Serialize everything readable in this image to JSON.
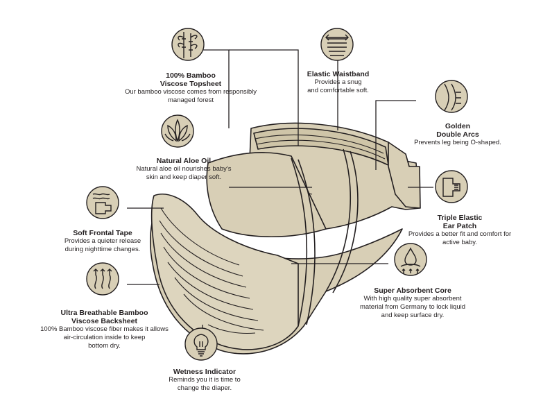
{
  "colors": {
    "diaper_fill": "#d8cfb6",
    "diaper_shade": "#c9bf9f",
    "line": "#231f20",
    "icon_fill": "#d8cfb6"
  },
  "features": [
    {
      "key": "bamboo_topsheet",
      "icon": "bamboo-icon",
      "title": "100% Bamboo\nViscose Topsheet",
      "desc": "Our bamboo viscose comes from responsibly\nmanaged forest"
    },
    {
      "key": "elastic_waistband",
      "icon": "waistband-icon",
      "title": "Elastic Waistband",
      "desc": "Provides a snug\nand comfortable soft."
    },
    {
      "key": "golden_double_arcs",
      "icon": "double-arcs-icon",
      "title": "Golden\nDouble Arcs",
      "desc": "Prevents leg being O-shaped."
    },
    {
      "key": "natural_aloe_oil",
      "icon": "aloe-icon",
      "title": "Natural Aloe Oil",
      "desc": "Natural aloe oil nourishes baby's\nskin and keep diaper soft."
    },
    {
      "key": "triple_elastic_ear_patch",
      "icon": "ear-patch-icon",
      "title": "Triple Elastic\nEar Patch",
      "desc": "Provides a better fit and comfort for\nactive baby."
    },
    {
      "key": "soft_frontal_tape",
      "icon": "frontal-tape-icon",
      "title": "Soft Frontal Tape",
      "desc": "Provides a quieter release\nduring nighttime changes."
    },
    {
      "key": "super_absorbent_core",
      "icon": "water-drop-icon",
      "title": "Super Absorbent Core",
      "desc": "With high quality super absorbent\nmaterial from Germany to lock liquid\nand keep surface dry."
    },
    {
      "key": "breathable_backsheet",
      "icon": "airflow-icon",
      "title": "Ultra Breathable Bamboo\nViscose Backsheet",
      "desc": "100% Bamboo viscose fiber makes it allows\nair-circulation inside to keep\nbottom dry."
    },
    {
      "key": "wetness_indicator",
      "icon": "lightbulb-icon",
      "title": "Wetness Indicator",
      "desc": "Reminds you it is time to\nchange the diaper."
    }
  ]
}
